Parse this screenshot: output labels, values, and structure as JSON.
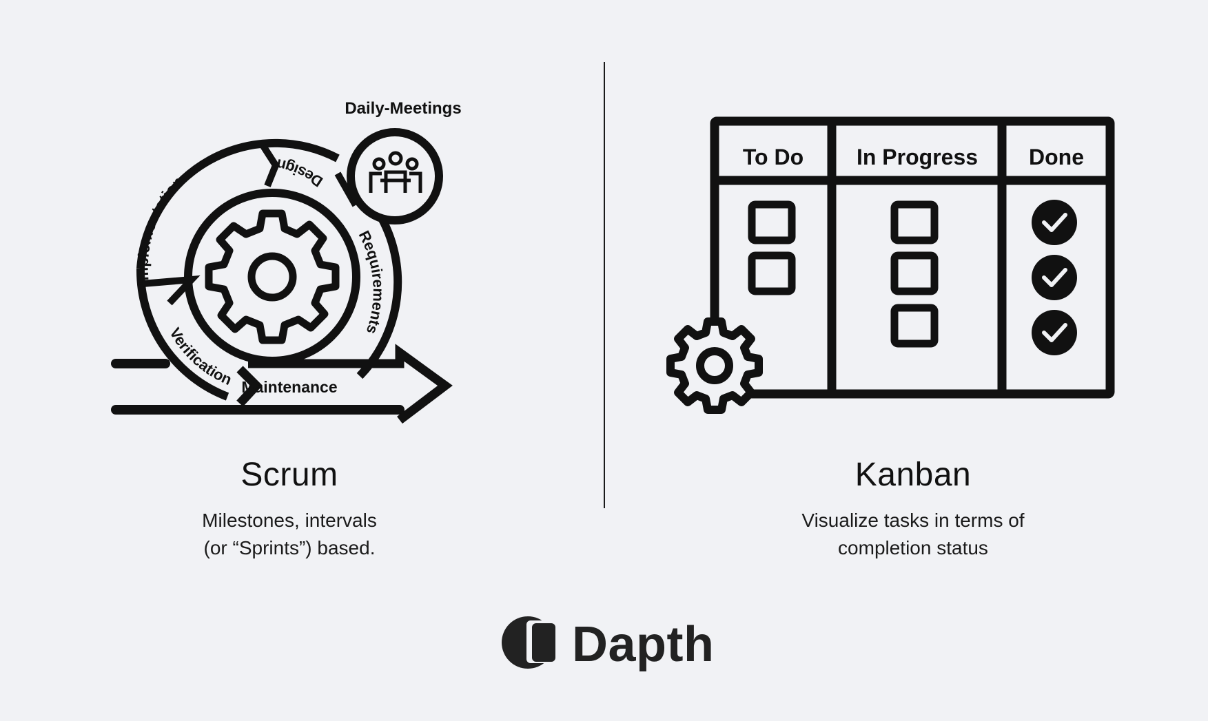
{
  "scrum": {
    "title": "Scrum",
    "description_lines": [
      "Milestones, intervals",
      "(or “Sprints”) based."
    ],
    "labels": {
      "daily_meetings": "Daily-Meetings",
      "design": "Design",
      "implementation": "Implementation",
      "requirements": "Requirements",
      "verification": "Verification",
      "maintenance": "Maintenance"
    }
  },
  "kanban": {
    "title": "Kanban",
    "description_lines": [
      "Visualize tasks in terms of",
      "completion status"
    ],
    "columns": [
      {
        "label": "To Do",
        "tasks": 2,
        "state": "unchecked"
      },
      {
        "label": "In Progress",
        "tasks": 3,
        "state": "unchecked"
      },
      {
        "label": "Done",
        "tasks": 3,
        "state": "checked"
      }
    ]
  },
  "brand": {
    "name": "Dapth"
  },
  "colors": {
    "background": "#f1f2f5",
    "ink": "#111111",
    "brand": "#222222"
  }
}
